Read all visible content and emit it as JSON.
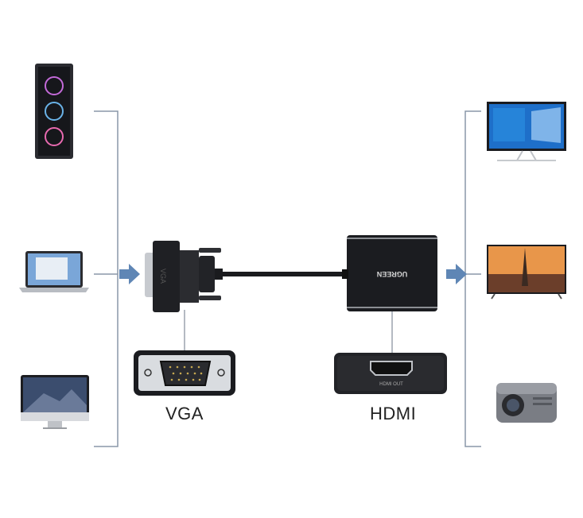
{
  "sources": [
    "desktop-pc",
    "laptop",
    "all-in-one-computer"
  ],
  "outputs": [
    "monitor",
    "tv",
    "projector"
  ],
  "connector": {
    "label": "VGA"
  },
  "adapter": {
    "logo": "UGREEN"
  },
  "ports": {
    "vga": {
      "caption": "VGA"
    },
    "hdmi": {
      "caption": "HDMI",
      "port_text": "HDMI OUT"
    }
  },
  "colors": {
    "line": "#8a97a8",
    "arrow": "#5f86b5",
    "device": "#1e1f22"
  }
}
